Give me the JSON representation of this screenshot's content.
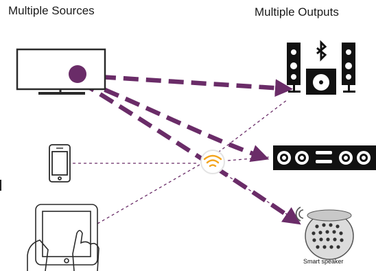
{
  "headings": {
    "sources": "Multiple Sources",
    "outputs": "Multiple Outputs"
  },
  "outputs": {
    "smart_speaker_label": "Smart speaker"
  },
  "colors": {
    "link": "#6a2c68",
    "wifi_badge": "#f3a51f",
    "outline": "#2a2a2a"
  },
  "icons": {
    "sources": [
      "tv-icon",
      "smartphone-icon",
      "tablet-touch-icon"
    ],
    "hub": "wifi-icon",
    "outputs": [
      "bluetooth-speaker-system-icon",
      "soundbar-icon",
      "smart-speaker-icon"
    ]
  }
}
